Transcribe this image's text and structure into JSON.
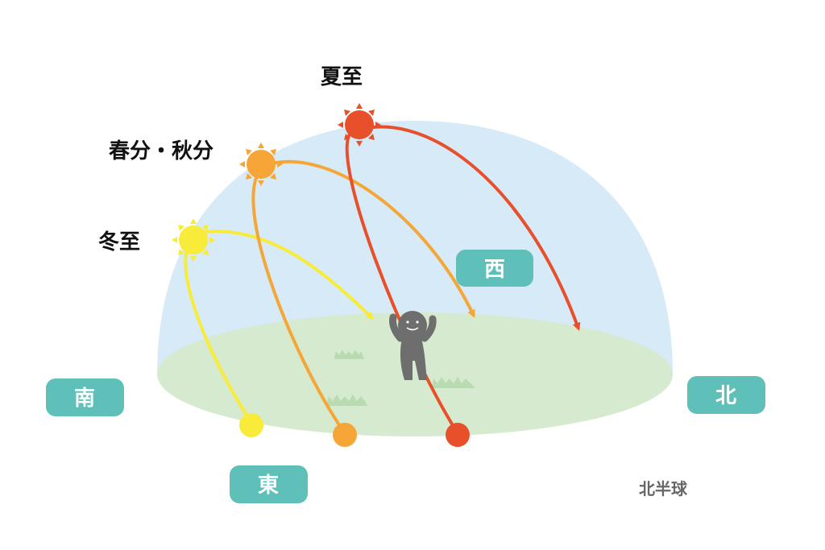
{
  "labels": {
    "summer_solstice": "夏至",
    "equinox": "春分・秋分",
    "winter_solstice": "冬至",
    "hemisphere": "北半球"
  },
  "directions": {
    "south": "南",
    "east": "東",
    "west": "西",
    "north": "北"
  },
  "colors": {
    "sky": "#d6ebf7",
    "ground": "#d6ead0",
    "grass": "#b8dbb0",
    "summer": "#e84f2b",
    "equinox": "#f5a637",
    "winter": "#f9eb3a",
    "direction_badge": "#5ec0b8",
    "person": "#6e6e6e"
  },
  "icons": [
    "sun-summer-icon",
    "sun-equinox-icon",
    "sun-winter-icon",
    "person-icon"
  ]
}
